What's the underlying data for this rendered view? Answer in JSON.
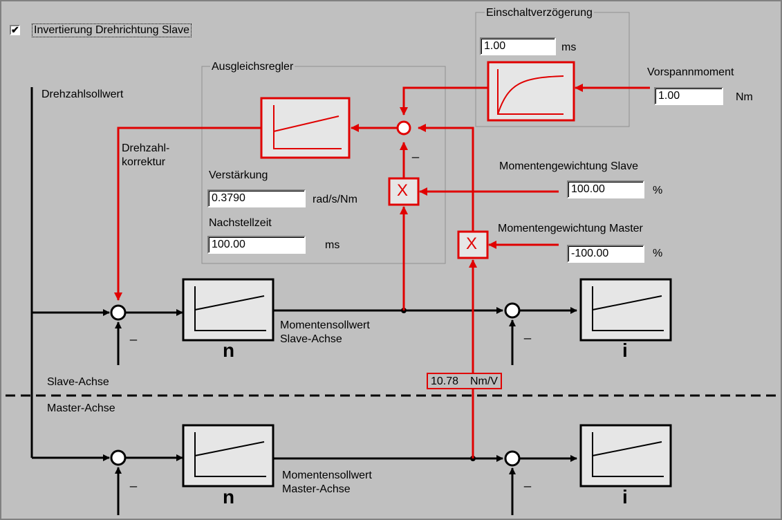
{
  "checkbox": {
    "label": "Invertierung Drehrichtung Slave",
    "checked": true,
    "mark": "✔"
  },
  "groups": {
    "einschalt": "Einschaltverzögerung",
    "ausgleich": "Ausgleichsregler"
  },
  "labels": {
    "drehzahlsollwert": "Drehzahlsollwert",
    "drehzahlkorrektur_1": "Drehzahl-",
    "drehzahlkorrektur_2": "korrektur",
    "verstaerkung": "Verstärkung",
    "nachstellzeit": "Nachstellzeit",
    "vorspannmoment": "Vorspannmoment",
    "mg_slave": "Momentengewichtung Slave",
    "mg_master": "Momentengewichtung Master",
    "ms_slave_1": "Momentensollwert",
    "ms_slave_2": "Slave-Achse",
    "ms_master_1": "Momentensollwert",
    "ms_master_2": "Master-Achse",
    "slave_achse": "Slave-Achse",
    "master_achse": "Master-Achse",
    "n_slave": "n",
    "i_slave": "i",
    "n_master": "n",
    "i_master": "i",
    "minus": "_",
    "mult": "X"
  },
  "fields": {
    "einschalt": {
      "value": "1.00",
      "unit": "ms"
    },
    "vorspann": {
      "value": "1.00",
      "unit": "Nm"
    },
    "verstaerkung": {
      "value": "0.3790",
      "unit": "rad/s/Nm"
    },
    "nachstellzeit": {
      "value": "100.00",
      "unit": "ms"
    },
    "mg_slave": {
      "value": "100.00",
      "unit": "%"
    },
    "mg_master": {
      "value": "-100.00",
      "unit": "%"
    }
  },
  "gain_tag": {
    "value": "10.78",
    "unit": "Nm/V"
  },
  "colors": {
    "background": "#c0c0c0",
    "signal": "#e00000",
    "block_fill": "#e6e6e6",
    "line": "#000000"
  }
}
